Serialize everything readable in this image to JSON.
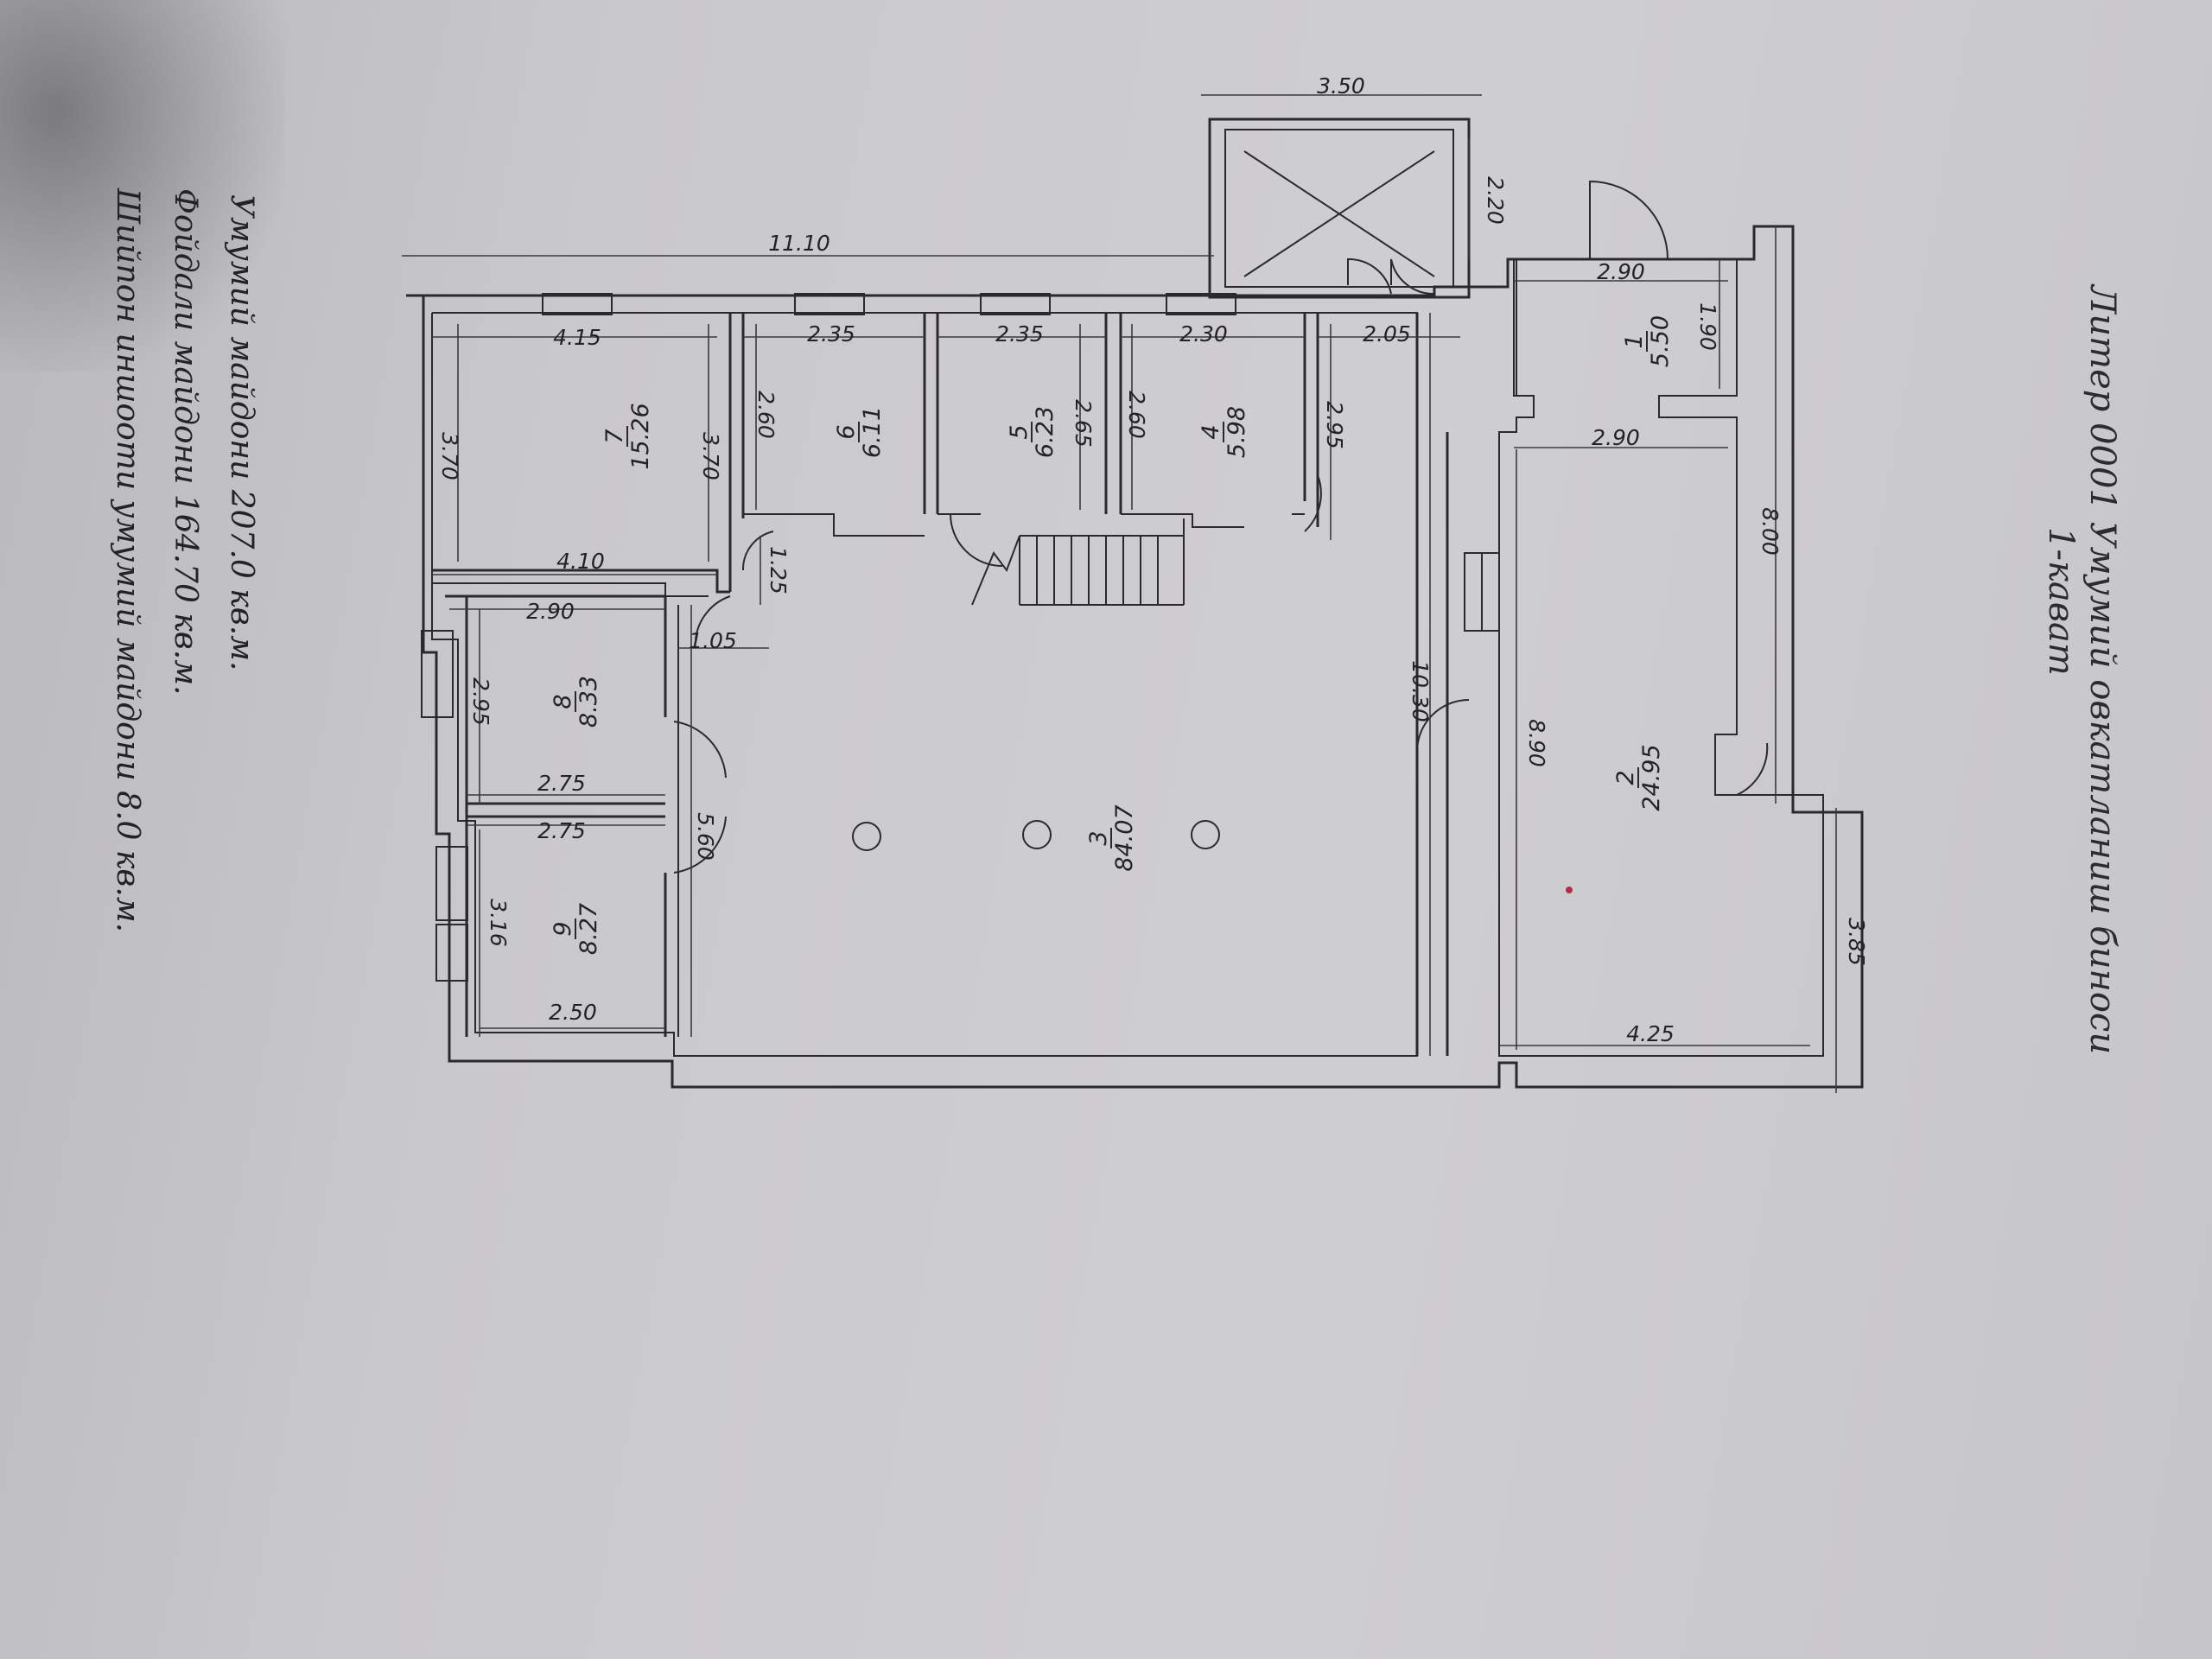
{
  "title": {
    "line1": "Литер 0001 Умумий овкатланиш биноси",
    "line2": "1-кават"
  },
  "notes": [
    "Умумий майдони 207.0 кв.м.",
    "Фойдали майдони 164.70 кв.м.",
    "Шийпон иншооти умумий майдони 8.0 кв.м."
  ],
  "rooms": [
    {
      "number": "1",
      "area": "5.50"
    },
    {
      "number": "2",
      "area": "24.95"
    },
    {
      "number": "3",
      "area": "84.07"
    },
    {
      "number": "4",
      "area": "5.98"
    },
    {
      "number": "5",
      "area": "6.23"
    },
    {
      "number": "6",
      "area": "6.11"
    },
    {
      "number": "7",
      "area": "15.26"
    },
    {
      "number": "8",
      "area": "8.33"
    },
    {
      "number": "9",
      "area": "8.27"
    }
  ],
  "dimensions": {
    "d_3_50": "3.50",
    "d_2_20": "2.20",
    "d_11_10": "11.10",
    "d_4_15": "4.15",
    "d_2_35_a": "2.35",
    "d_2_35_b": "2.35",
    "d_2_30": "2.30",
    "d_2_05": "2.05",
    "d_2_90_top": "2.90",
    "d_1_90": "1.90",
    "d_2_90_mid": "2.90",
    "d_8_00": "8.00",
    "d_3_70_left": "3.70",
    "d_3_70_right": "3.70",
    "d_2_60_a": "2.60",
    "d_2_65": "2.65",
    "d_2_60_b": "2.60",
    "d_2_95_top": "2.95",
    "d_4_10": "4.10",
    "d_1_25": "1.25",
    "d_2_90_r8": "2.90",
    "d_1_05": "1.05",
    "d_2_95_r8": "2.95",
    "d_10_30": "10.30",
    "d_8_90": "8.90",
    "d_2_75_a": "2.75",
    "d_2_75_b": "2.75",
    "d_5_60": "5.60",
    "d_3_16": "3.16",
    "d_2_50": "2.50",
    "d_3_85": "3.85",
    "d_4_25": "4.25"
  }
}
